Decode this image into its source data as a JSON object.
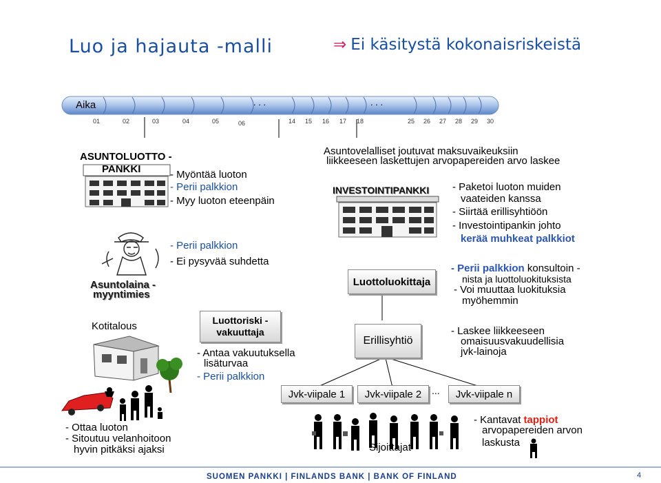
{
  "title": "Luo ja hajauta -malli",
  "subtitle_arrow": "⇒",
  "subtitle": "Ei käsitystä kokonaisriskeistä",
  "timeline": {
    "label": "Aika",
    "ellipsis": ". . .",
    "ticks": [
      "01",
      "02",
      "03",
      "04",
      "05",
      "06",
      "14",
      "15",
      "16",
      "17",
      "18",
      "25",
      "26",
      "27",
      "28",
      "29",
      "30"
    ]
  },
  "bank": {
    "title_line1": "ASUNTOLUOTTO -",
    "title_line2": "PANKKI",
    "items": [
      "- Myöntää luoton",
      "- Perii palkkion",
      "- Myy luoton eteenpäin"
    ]
  },
  "seller": {
    "label_line1": "Asuntolaina -",
    "label_line2": "myyntimies",
    "items": [
      "- Perii palkkion",
      "- Ei pysyvää suhdetta"
    ]
  },
  "household": {
    "label": "Kotitalous",
    "items": [
      "- Ottaa luoton",
      "- Sitoutuu velanhoitoon",
      "hyvin pitkäksi ajaksi"
    ]
  },
  "insurer": {
    "box_line1": "Luottoriski -",
    "box_line2": "vakuuttaja",
    "items": [
      "- Antaa vakuutuksella",
      "lisäturvaa",
      "- Perii palkkion"
    ]
  },
  "problem": {
    "line1": "Asuntovelalliset joutuvat maksuvaikeuksiin",
    "line2": "liikkeeseen laskettujen arvopapereiden arvo laskee"
  },
  "investment_bank": {
    "label": "INVESTOINTIPANKKI",
    "items": [
      "- Paketoi luoton muiden",
      "vaateiden kanssa",
      "- Siirtää erillisyhtiöön",
      "- Investointipankin johto"
    ],
    "highlight": "kerää muhkeat palkkiot"
  },
  "rating": {
    "box": "Luottoluokittaja",
    "item1_highlight": "- Perii palkkion",
    "item1_rest": "konsultoin -",
    "item1_line2": "nista ja luottoluokituksista",
    "item2_line1": "- Voi muuttaa luokituksia",
    "item2_line2": "myöhemmin"
  },
  "spv": {
    "box": "Erillisyhtiö",
    "items": [
      "- Laskee liikkeeseen",
      "omaisuusvakuudellisia",
      "jvk-lainoja"
    ]
  },
  "tranches": {
    "t1": "Jvk-viipale  1",
    "t2": "Jvk-viipale  2",
    "dots": "...",
    "tn": "Jvk-viipale n"
  },
  "investors": {
    "label": "Sijoittajat",
    "item_prefix": "- Kantavat",
    "item_highlight": "tappiot",
    "item_line2": "arvopapereiden arvon",
    "item_line3": "laskusta"
  },
  "footer": "SUOMEN PANKKI | FINLANDS BANK | BANK OF FINLAND",
  "page_number": "4",
  "colors": {
    "title_blue": "#1a4fa0",
    "highlight_blue": "#2a55b5",
    "tappiot_red": "#e02010",
    "arrow_pink": "#d02060",
    "timeline_blue": "#6f9ad6"
  }
}
